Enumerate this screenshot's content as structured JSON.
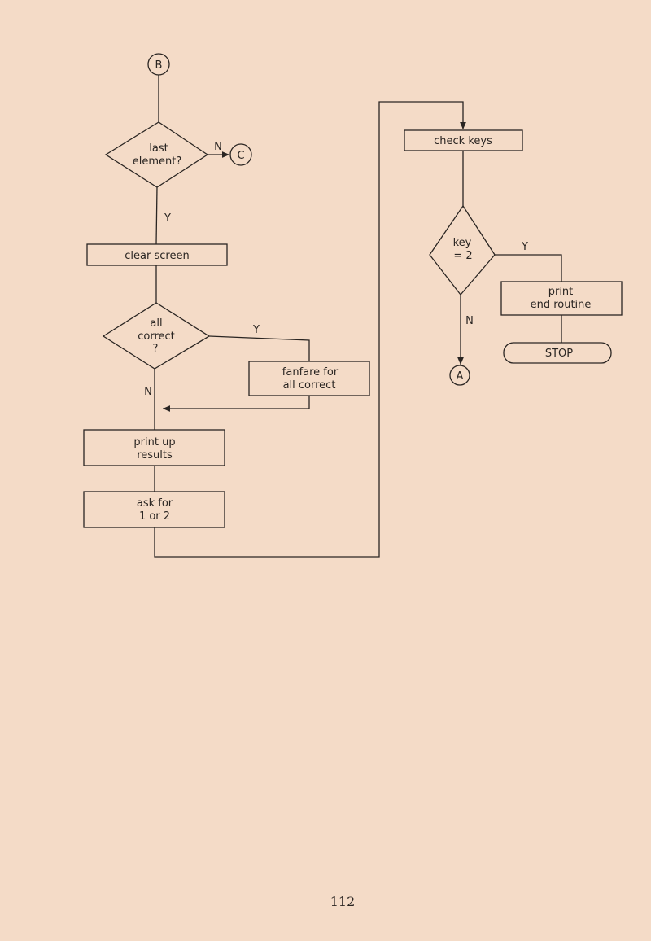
{
  "flowchart": {
    "connectors": {
      "B": "B",
      "C": "C",
      "A": "A"
    },
    "last_element": {
      "line1": "last",
      "line2": "element?"
    },
    "clear_screen": "clear screen",
    "all_correct": {
      "line1": "all",
      "line2": "correct",
      "line3": "?"
    },
    "fanfare": {
      "line1": "fanfare for",
      "line2": "all correct"
    },
    "print_results": {
      "line1": "print up",
      "line2": "results"
    },
    "ask": {
      "line1": "ask for",
      "line2": "1 or 2"
    },
    "check_keys": "check keys",
    "key_eq": {
      "line1": "key",
      "line2": "= 2"
    },
    "print_end": {
      "line1": "print",
      "line2": "end routine"
    },
    "stop": "STOP",
    "labels": {
      "yes": "Y",
      "no": "N"
    }
  },
  "page_number": "112"
}
